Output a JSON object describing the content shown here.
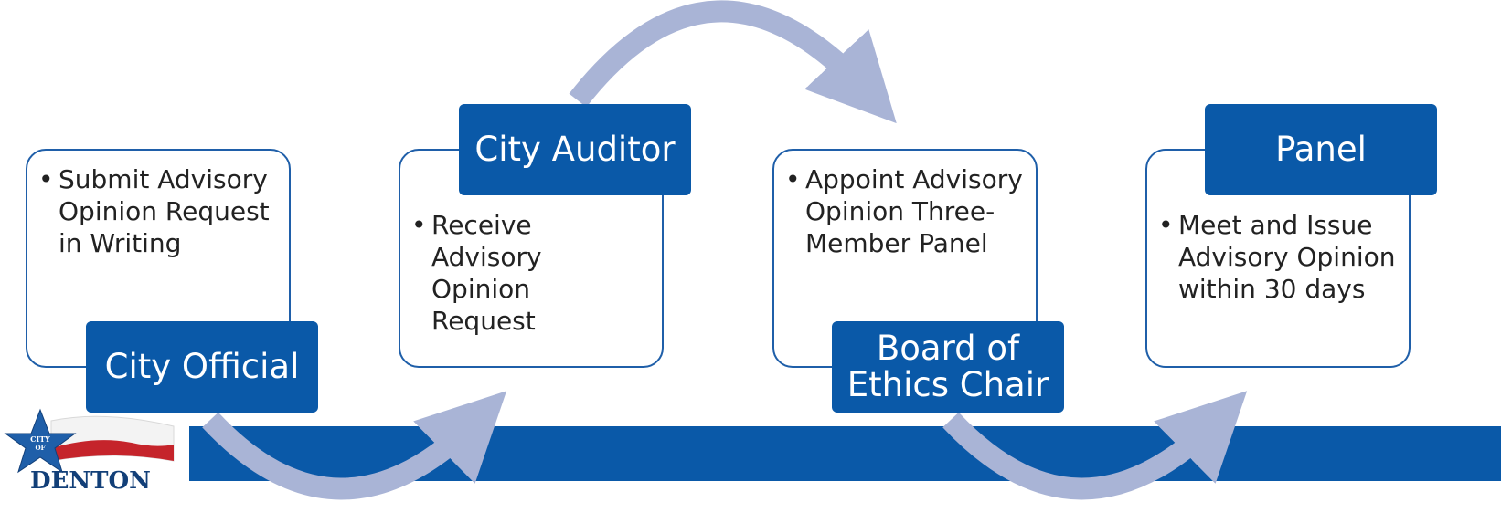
{
  "steps": [
    {
      "label": "City Official",
      "bullet": "Submit Advisory Opinion Request in Writing"
    },
    {
      "label": "City Auditor",
      "bullet": "Receive Advisory Opinion Request"
    },
    {
      "label_lines": [
        "Board of",
        "Ethics Chair"
      ],
      "bullet": "Appoint Advisory Opinion Three-Member Panel"
    },
    {
      "label": "Panel",
      "bullet": "Meet and Issue Advisory Opinion within 30 days"
    }
  ],
  "logo": {
    "line1": "CITY",
    "line2": "OF",
    "line3": "DENTON"
  },
  "colors": {
    "primary": "#0a59a8",
    "card_border": "#1f5fa9",
    "arrow": "#a9b4d6"
  }
}
